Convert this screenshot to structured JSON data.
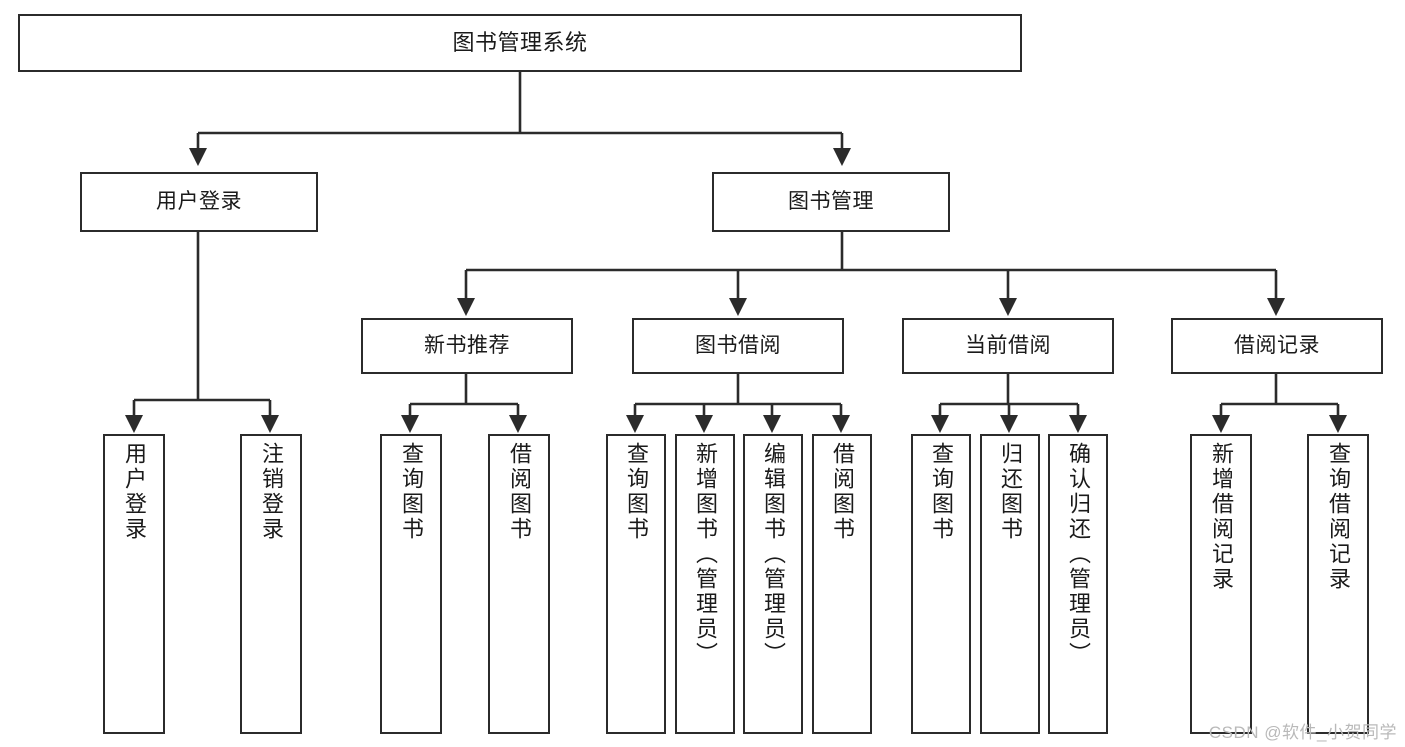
{
  "diagram": {
    "type": "tree-hierarchy",
    "title": "图书管理系统",
    "orientation": "top-down",
    "line_color": "#2b2b2b",
    "box_fill": "#ffffff",
    "text_color": "#1a1a1a",
    "watermark": "CSDN @软件_小贺同学"
  },
  "nodes": {
    "root": {
      "label": "图书管理系统"
    },
    "level1": [
      {
        "id": "user-login",
        "label": "用户登录"
      },
      {
        "id": "book-manage",
        "label": "图书管理"
      }
    ],
    "level2": [
      {
        "id": "new-book-rec",
        "label": "新书推荐"
      },
      {
        "id": "book-borrow",
        "label": "图书借阅"
      },
      {
        "id": "current-borrow",
        "label": "当前借阅"
      },
      {
        "id": "borrow-record",
        "label": "借阅记录"
      }
    ],
    "leaves": {
      "user-login": [
        {
          "id": "leaf-user-login",
          "label": "用户登录"
        },
        {
          "id": "leaf-logout",
          "label": "注销登录"
        }
      ],
      "new-book-rec": [
        {
          "id": "leaf-query-book-1",
          "label": "查询图书"
        },
        {
          "id": "leaf-borrow-book-1",
          "label": "借阅图书"
        }
      ],
      "book-borrow": [
        {
          "id": "leaf-query-book-2",
          "label": "查询图书"
        },
        {
          "id": "leaf-add-book",
          "label": "新增图书（管理员）"
        },
        {
          "id": "leaf-edit-book",
          "label": "编辑图书（管理员）"
        },
        {
          "id": "leaf-borrow-book-2",
          "label": "借阅图书"
        }
      ],
      "current-borrow": [
        {
          "id": "leaf-query-book-3",
          "label": "查询图书"
        },
        {
          "id": "leaf-return-book",
          "label": "归还图书"
        },
        {
          "id": "leaf-confirm-return",
          "label": "确认归还（管理员）"
        }
      ],
      "borrow-record": [
        {
          "id": "leaf-add-record",
          "label": "新增借阅记录"
        },
        {
          "id": "leaf-query-record",
          "label": "查询借阅记录"
        }
      ]
    }
  }
}
